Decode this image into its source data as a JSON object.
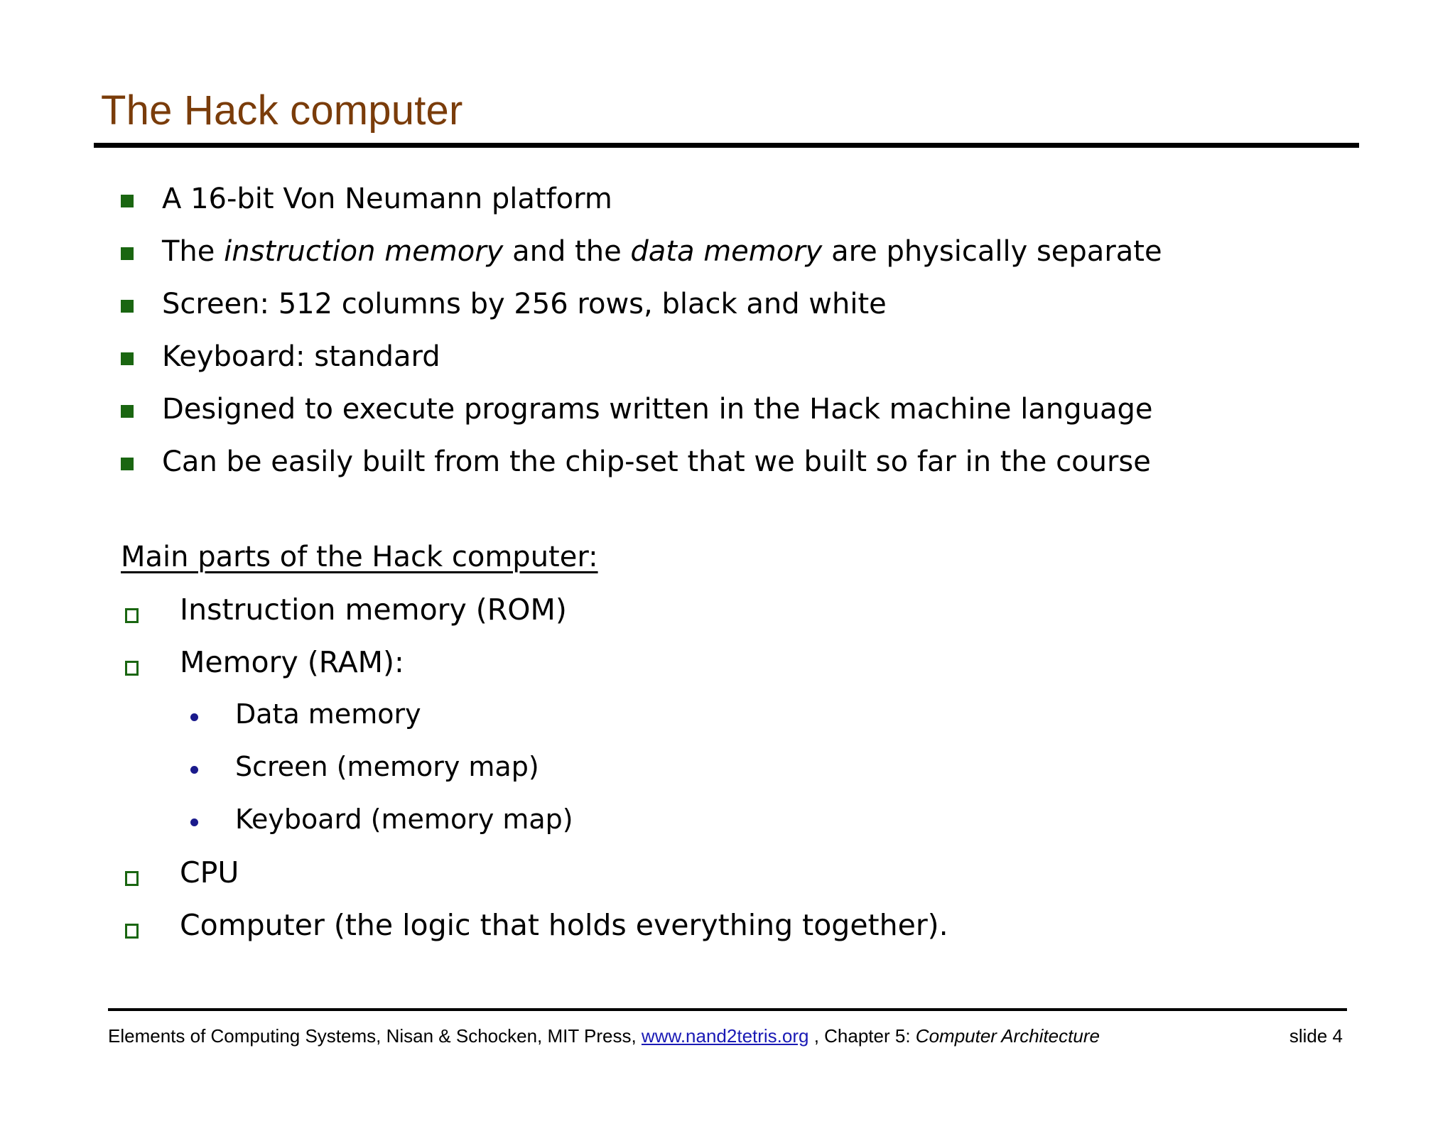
{
  "slide": {
    "title": "The Hack computer",
    "title_color": "#7A3C0A",
    "bullet_l1_color": "#1A6611",
    "bullet_l2_color": "#1A6611",
    "bullet_l3_color": "#1A1A8C",
    "background": "#ffffff"
  },
  "bullets_level1": [
    {
      "text": "A 16-bit Von Neumann platform"
    },
    {
      "pre": "The ",
      "em1": "instruction memory",
      "mid": " and the ",
      "em2": "data memory",
      "post": " are physically separate"
    },
    {
      "text": "Screen: 512 columns by 256 rows, black and white"
    },
    {
      "text": "Keyboard: standard"
    },
    {
      "text": "Designed to execute programs written in the Hack machine language"
    },
    {
      "text": "Can be easily built from the chip-set that we built so far in the course"
    }
  ],
  "section_heading": "Main parts of the Hack computer:",
  "parts": [
    {
      "level": 2,
      "text": "Instruction memory (ROM)"
    },
    {
      "level": 2,
      "text": "Memory (RAM):"
    },
    {
      "level": 3,
      "text": "Data memory"
    },
    {
      "level": 3,
      "text": "Screen (memory map)"
    },
    {
      "level": 3,
      "text": "Keyboard (memory map)"
    },
    {
      "level": 2,
      "text": "CPU"
    },
    {
      "level": 2,
      "text": "Computer (the logic that holds everything together)."
    }
  ],
  "footer": {
    "prefix": "Elements of Computing Systems, Nisan & Schocken, MIT Press, ",
    "link": "www.nand2tetris.org",
    "middle": " , Chapter 5: ",
    "italic": "Computer Architecture",
    "slide_number": "slide 4",
    "link_color": "#1A1AB5"
  }
}
